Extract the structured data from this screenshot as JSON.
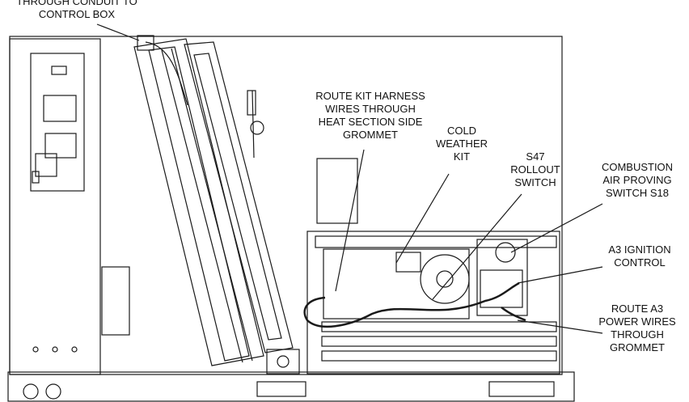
{
  "labels": {
    "conduit": [
      "THROUGH CONDUIT TO",
      "CONTROL BOX"
    ],
    "harness": [
      "ROUTE KIT HARNESS",
      "WIRES THROUGH",
      "HEAT SECTION SIDE",
      "GROMMET"
    ],
    "cold": [
      "COLD",
      "WEATHER",
      "KIT"
    ],
    "s47": [
      "S47",
      "ROLLOUT",
      "SWITCH"
    ],
    "combustion": [
      "COMBUSTION",
      "AIR PROVING",
      "SWITCH S18"
    ],
    "a3": [
      "A3 IGNITION",
      "CONTROL"
    ],
    "route_a3": [
      "ROUTE A3",
      "POWER WIRES",
      "THROUGH",
      "GROMMET"
    ]
  },
  "colors": {
    "line": "#1a1a1a",
    "fill": "#ffffff",
    "shade": "#d9d9d9"
  }
}
